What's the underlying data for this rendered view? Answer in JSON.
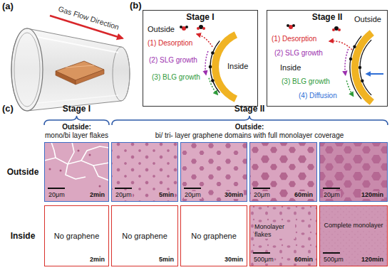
{
  "diagram": {
    "nodes": [
      {
        "text": [
          "Stage I",
          "Outside",
          "(1) Desorption",
          "(2) SLG growth",
          "Inside",
          "(3) BLG growth"
        ]
      },
      {
        "text": [
          "Stage II",
          "Outside",
          "(1) Desorption",
          "(2) SLG growth",
          "Inside",
          "(3) BLG growth",
          "(4) Diffusion"
        ]
      },
      {
        "text": [
          "20μm",
          "2min"
        ]
      },
      {
        "text": [
          "20μm",
          "5min"
        ]
      },
      {
        "text": [
          "20μm",
          "30min"
        ]
      },
      {
        "text": [
          "20μm",
          "60min"
        ]
      },
      {
        "text": [
          "20μm",
          "120min"
        ]
      },
      {
        "text": [
          "No graphene",
          "2min"
        ]
      },
      {
        "text": [
          "No graphene",
          "5min"
        ]
      },
      {
        "text": [
          "No graphene",
          "30min"
        ]
      },
      {
        "text": [
          "Monolayer flakes",
          "500μm",
          "60min"
        ]
      },
      {
        "text": [
          "Complete monolayer",
          "500μm",
          "120min"
        ]
      }
    ],
    "labels": [
      "(a)",
      "Gas Flow Direction",
      "(b)",
      "(c)",
      "Stage I",
      "Outside:",
      "mono/bi layer flakes",
      "Stage II",
      "Outside:",
      "bi/ tri- layer graphene domains with full monolayer coverage",
      "Outside",
      "Inside"
    ]
  }
}
